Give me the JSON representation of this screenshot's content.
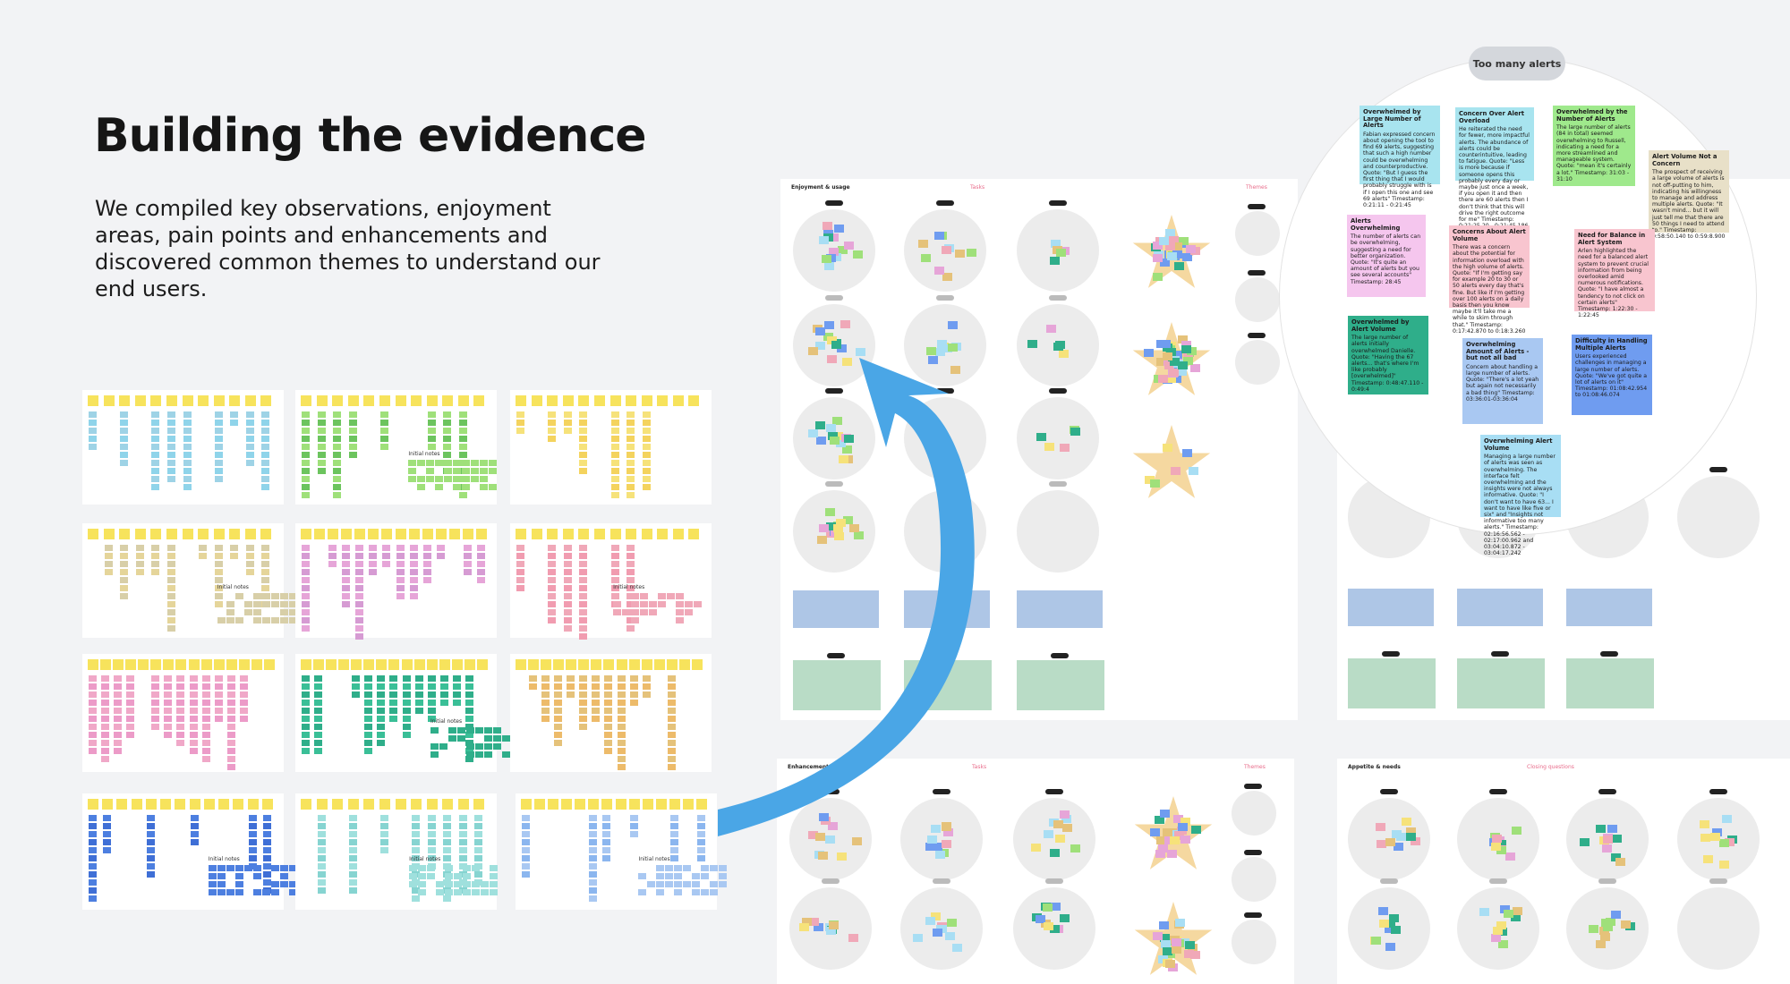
{
  "heading": {
    "title": "Building the evidence",
    "subtitle": "We compiled key observations, enjoyment areas, pain points and enhancements and discovered common themes to understand our end users."
  },
  "thumbnails": {
    "initial_notes_label": "Initial notes"
  },
  "boards": {
    "enjoyment": {
      "label": "Enjoyment & usage",
      "tasks": "Tasks",
      "themes": "Themes"
    },
    "enhancements": {
      "label": "Enhancements & ideas",
      "tasks": "Tasks",
      "themes": "Themes"
    },
    "appetite": {
      "label": "Appetite & needs",
      "closing": "Closing questions"
    }
  },
  "theme_zoom": {
    "title": "Too many alerts",
    "cards": [
      {
        "title": "Overwhelmed by Large Number of Alerts",
        "body": "Fabian expressed concern about opening the tool to find 69 alerts, suggesting that such a high number could be overwhelming and counterproductive. Quote: \"But I guess the first thing that I would probably struggle with is if I open this one and see 69 alerts\" Timestamp: 0:21:11 - 0:21:45",
        "color": "#a8e4ef"
      },
      {
        "title": "Concern Over Alert Overload",
        "body": "He reiterated the need for fewer, more impactful alerts. The abundance of alerts could be counterintuitive, leading to fatigue. Quote: \"Less is more because if someone opens this probably every day or maybe just once a week, if you open it and then there are 60 alerts then I don't think that this will drive the right outcome for me\" Timestamp: 0:21:25.20 - 0:21:45.186",
        "color": "#a8e4ef"
      },
      {
        "title": "Overwhelmed by the Number of Alerts",
        "body": "The large number of alerts (84 in total) seemed overwhelming to Russell, indicating a need for a more streamlined and manageable system. Quote: \"mean it's certainly a lot.\" Timestamp: 31:03 - 31:10",
        "color": "#9fe98c"
      },
      {
        "title": "Alert Volume Not a Concern",
        "body": "The prospect of receiving a large volume of alerts is not off-putting to him, indicating his willingness to manage and address multiple alerts. Quote: \"It wasn't mind... but it will just tell me that there are 50 things I need to attend to.\" Timestamp: 0:58:50.140 to 0:59:8.900",
        "color": "#e8e0c8"
      },
      {
        "title": "Alerts Overwhelming",
        "body": "The number of alerts can be overwhelming, suggesting a need for better organization. Quote: \"It's quite an amount of alerts but you see several accounts\" Timestamp: 28:45",
        "color": "#f5c6ee"
      },
      {
        "title": "Concerns About Alert Volume",
        "body": "There was a concern about the potential for information overload with the high volume of alerts. Quote: \"If I'm getting say for example 20 to 30 or 50 alerts every day that's fine. But like if I'm getting over 100 alerts on a daily basis then you know maybe it'll take me a while to skim through that.\" Timestamp: 0:17:42.870 to 0:18:3.260",
        "color": "#f8c5cf"
      },
      {
        "title": "Need for Balance in Alert System",
        "body": "Arlen highlighted the need for a balanced alert system to prevent crucial information from being overlooked amid numerous notifications. Quote: \"I have almost a tendency to not click on certain alerts\" Timestamp: 1:22:30 - 1:22:45",
        "color": "#f8c5cf"
      },
      {
        "title": "Overwhelmed by Alert Volume",
        "body": "The large number of alerts initially overwhelmed Danielle. Quote: \"Having the 67 alerts... that's where I'm like probably [overwhelmed]\" Timestamp: 0:48:47.110 - 0:49:4",
        "color": "#2fae8a"
      },
      {
        "title": "Overwhelming Amount of Alerts - but not all bad",
        "body": "Concern about handling a large number of alerts. Quote: \"There's a lot yeah but again not necessarily a bad thing\" Timestamp: 03:36:01-03:36:04",
        "color": "#a9c8f2"
      },
      {
        "title": "Difficulty in Handling Multiple Alerts",
        "body": "Users experienced challenges in managing a large number of alerts. Quote: \"We've got quite a lot of alerts on it\" Timestamp: 01:08:42.954 to 01:08:46.074",
        "color": "#6f9cf0"
      },
      {
        "title": "Overwhelming Alert Volume",
        "body": "Managing a large number of alerts was seen as overwhelming. The interface felt overwhelming and the insights were not always informative. Quote: \"I don't want to have 63... I want to have like five or six\" and \"Insights not informative too many alerts.\" Timestamp: 02:16:56.562 - 02:17:00.962 and 03:04:10.872 - 03:04:17.242",
        "color": "#a8def4"
      }
    ]
  }
}
